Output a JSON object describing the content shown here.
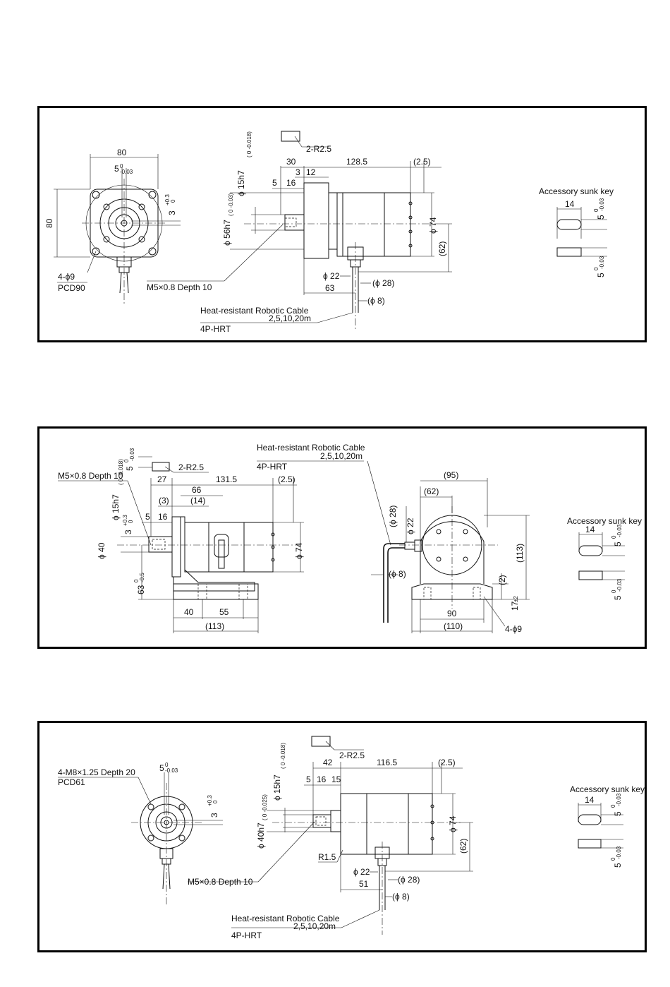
{
  "diagram1": {
    "front": {
      "width": "80",
      "height": "80",
      "key_width": "5",
      "key_width_tol_top": "0",
      "key_width_tol_bot": "-0.03",
      "key_depth": "3",
      "key_depth_tol_top": "+0.3",
      "key_depth_tol_bot": "0",
      "holes": "4-ϕ9",
      "pcd": "PCD90"
    },
    "side": {
      "key_radius": "2-R2.5",
      "d_30": "30",
      "d_128_5": "128.5",
      "d_2_5": "(2.5)",
      "d_3": "3",
      "d_12": "12",
      "d_5": "5",
      "d_16": "16",
      "shaft": "ϕ 15h7",
      "shaft_tol": "( 0 -0.018)",
      "spigot": "ϕ 56h7",
      "spigot_tol": "( 0 -0.03)",
      "body_dia": "ϕ 74",
      "d_62": "(62)",
      "conn_dia": "ϕ 22",
      "conn_outer": "(ϕ 28)",
      "d_63": "63",
      "cable_dia": "(ϕ 8)",
      "tap": "M5×0.8 Depth 10"
    },
    "cable": {
      "name": "Heat-resistant Robotic Cable",
      "lengths": "2,5,10,20m",
      "model": "4P-HRT"
    },
    "key": {
      "title": "Accessory sunk key",
      "length": "14",
      "width": "5",
      "width_tol_top": "0",
      "width_tol_bot": "-0.03",
      "height": "5",
      "height_tol_top": "0",
      "height_tol_bot": "-0.03"
    }
  },
  "diagram2": {
    "side": {
      "key_width": "5",
      "key_width_tol_top": "0",
      "key_width_tol_bot": "-0.03",
      "key_radius": "2-R2.5",
      "tap": "M5×0.8 Depth 10",
      "d_27": "27",
      "d_131_5": "131.5",
      "d_2_5": "(2.5)",
      "d_66": "66",
      "d_3": "(3)",
      "d_14": "(14)",
      "d_5": "5",
      "d_16": "16",
      "shaft": "ϕ 15h7",
      "shaft_tol": "( 0 -0.018)",
      "key_depth": "3",
      "key_depth_tol_top": "+0.3",
      "key_depth_tol_bot": "0",
      "spigot": "ϕ 40",
      "center_h": "63",
      "center_h_tol_top": "0",
      "center_h_tol_bot": "-0.5",
      "body_dia": "ϕ 74",
      "d_40": "40",
      "d_55": "55",
      "d_113": "(113)"
    },
    "front": {
      "d_95": "(95)",
      "d_62": "(62)",
      "d_113": "(113)",
      "conn_outer": "(ϕ 28)",
      "conn_dia": "ϕ 22",
      "cable_dia": "(ϕ 8)",
      "d_2": "(2)",
      "d_17": "17",
      "d_17_tol": "±2",
      "d_90": "90",
      "d_110": "(110)",
      "holes": "4-ϕ9"
    },
    "cable": {
      "name": "Heat-resistant Robotic Cable",
      "lengths": "2,5,10,20m",
      "model": "4P-HRT"
    },
    "key": {
      "title": "Accessory sunk key",
      "length": "14",
      "width": "5",
      "width_tol_top": "0",
      "width_tol_bot": "-0.03",
      "height": "5",
      "height_tol_top": "0",
      "height_tol_bot": "-0.03"
    }
  },
  "diagram3": {
    "front": {
      "taps": "4-M8×1.25 Depth 20",
      "pcd": "PCD61",
      "key_width": "5",
      "key_width_tol_top": "0",
      "key_width_tol_bot": "-0.03",
      "key_depth": "3",
      "key_depth_tol_top": "+0.3",
      "key_depth_tol_bot": "0"
    },
    "side": {
      "key_radius": "2-R2.5",
      "d_42": "42",
      "d_116_5": "116.5",
      "d_2_5": "(2.5)",
      "d_5": "5",
      "d_16": "16",
      "d_15": "15",
      "shaft": "ϕ 15h7",
      "shaft_tol": "( 0 -0.018)",
      "spigot": "ϕ 40h7",
      "spigot_tol": "( 0 -0.025)",
      "body_dia": "ϕ 74",
      "d_62": "(62)",
      "radius": "R1.5",
      "conn_dia": "ϕ 22",
      "conn_outer": "(ϕ 28)",
      "d_51": "51",
      "cable_dia": "(ϕ 8)",
      "tap": "M5×0.8 Depth 10"
    },
    "cable": {
      "name": "Heat-resistant Robotic Cable",
      "lengths": "2,5,10,20m",
      "model": "4P-HRT"
    },
    "key": {
      "title": "Accessory sunk key",
      "length": "14",
      "width": "5",
      "width_tol_top": "0",
      "width_tol_bot": "-0.03",
      "height": "5",
      "height_tol_top": "0",
      "height_tol_bot": "-0.03"
    }
  }
}
